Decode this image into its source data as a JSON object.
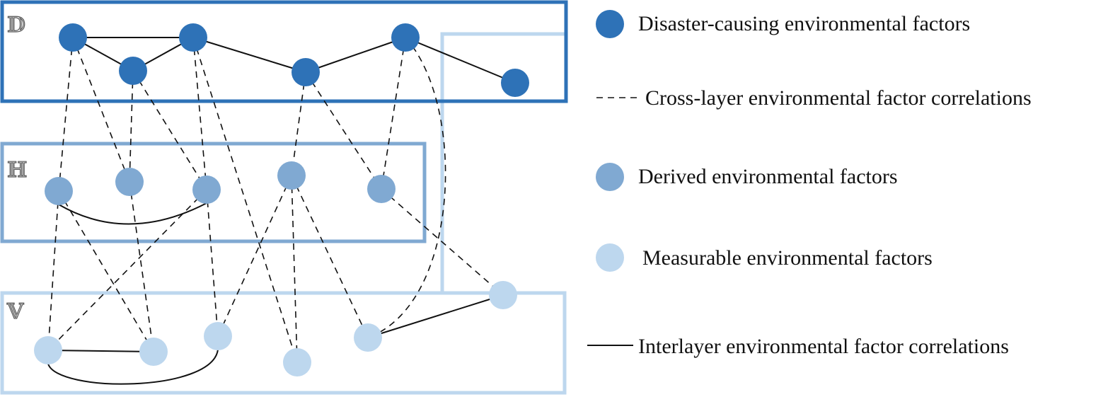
{
  "colors": {
    "disaster": "#2e72b7",
    "derived": "#80a9d2",
    "measurable": "#bdd7ee",
    "edge": "#111111"
  },
  "layers": {
    "d_label": "𝔻",
    "h_label": "ℍ",
    "v_label": "𝕍"
  },
  "legend": {
    "disaster": "Disaster-causing environmental factors",
    "cross": "Cross-layer environmental factor correlations",
    "derived": "Derived environmental factors",
    "measurable": "Measurable environmental factors",
    "interlayer": "Interlayer environmental factor correlations"
  }
}
